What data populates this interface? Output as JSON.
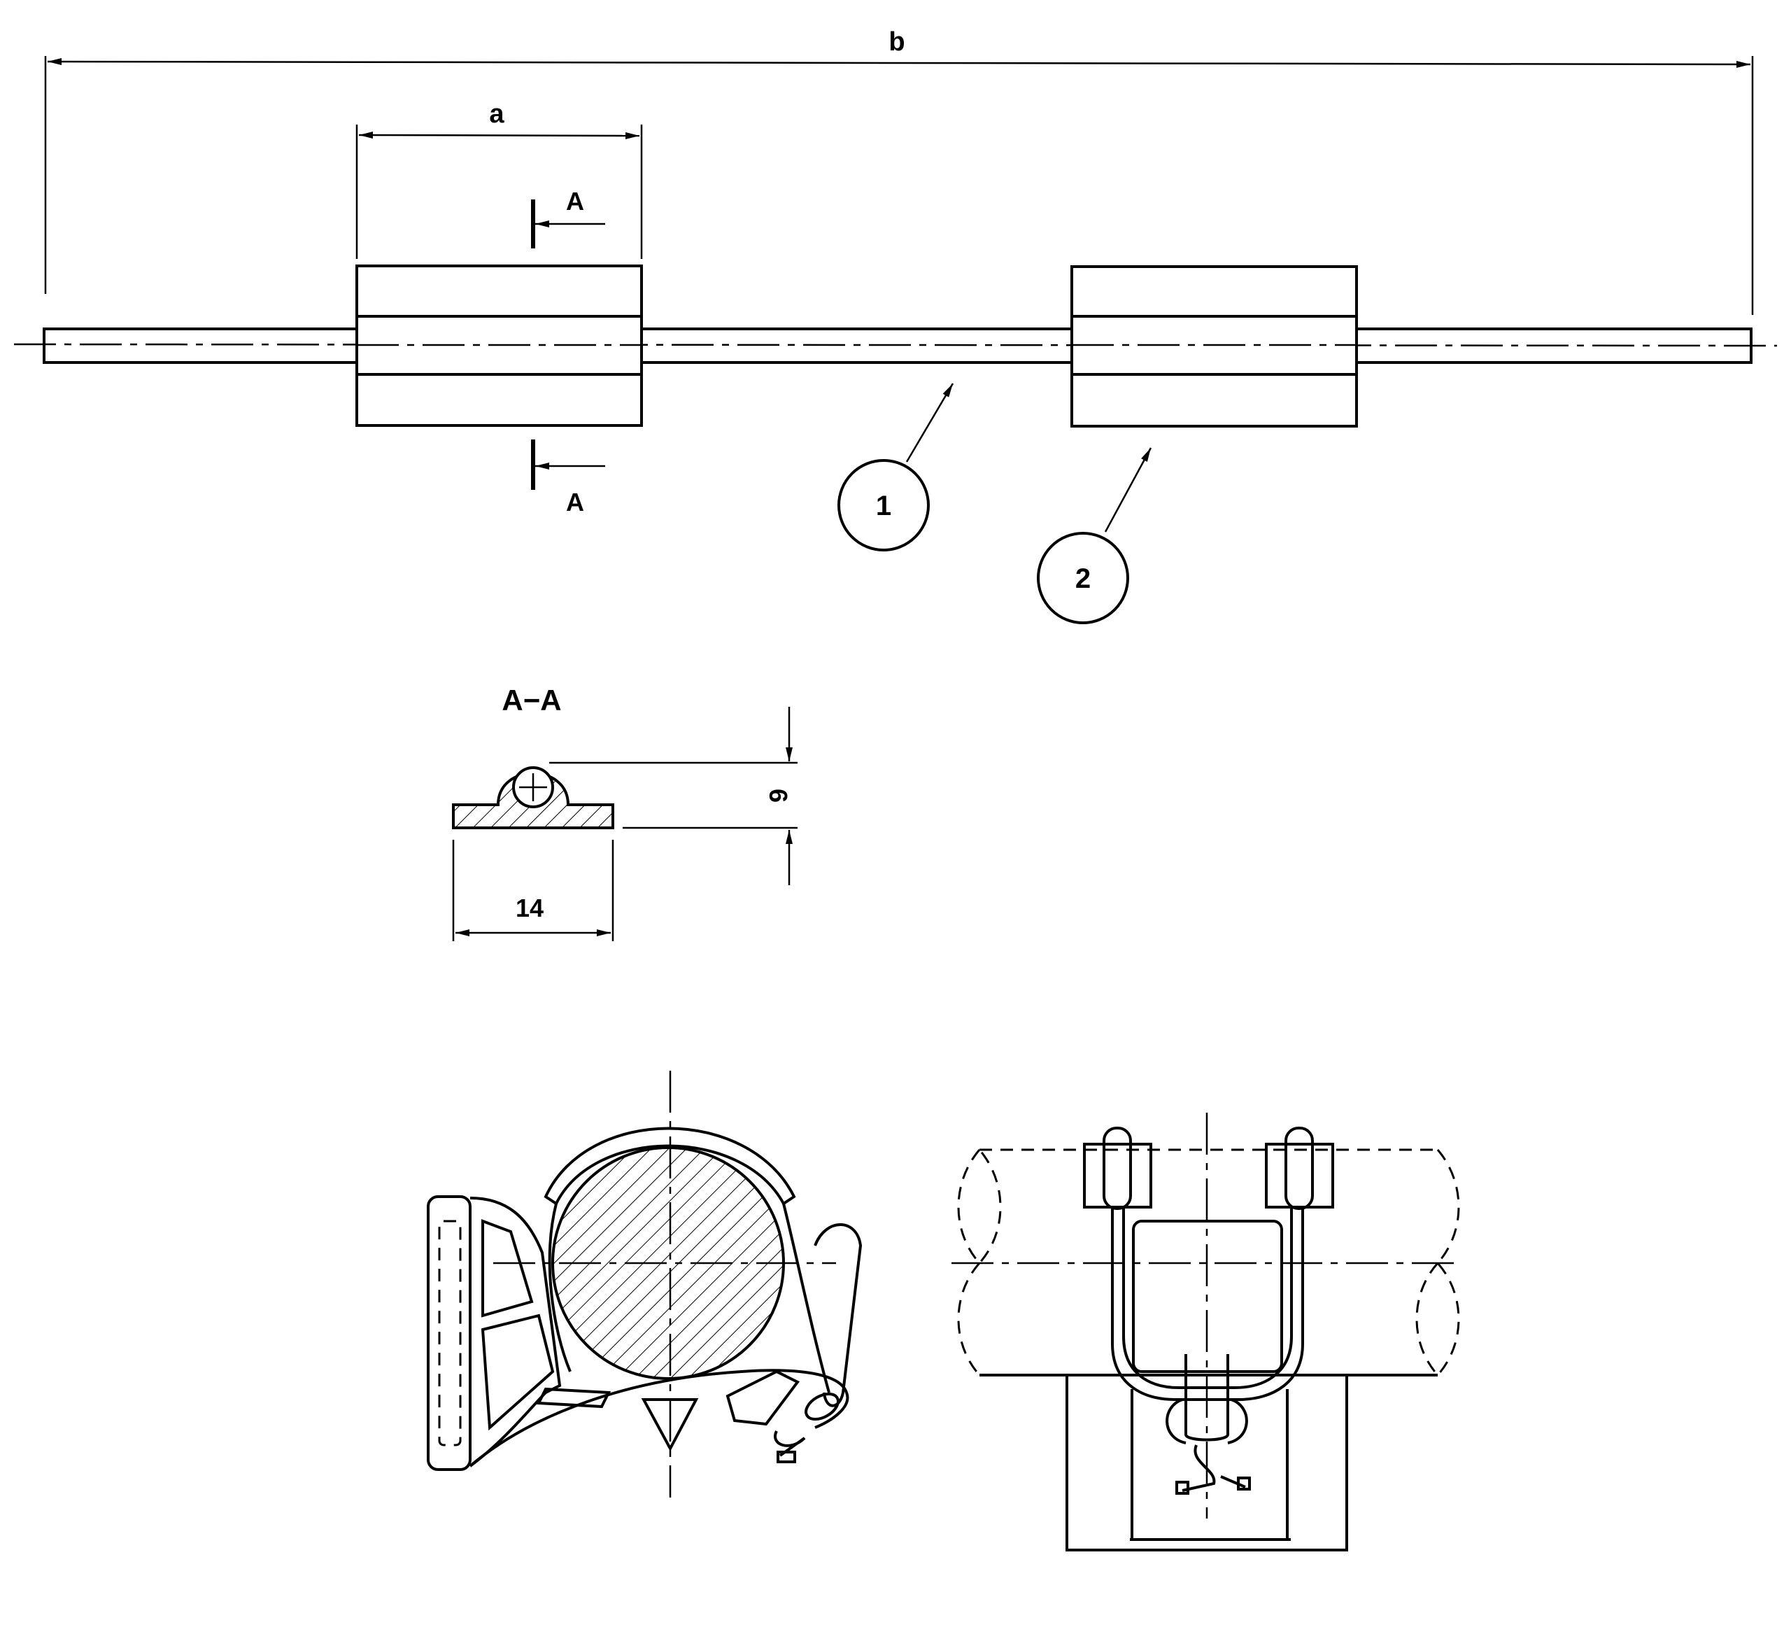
{
  "dimensions": {
    "overall_length_label": "b",
    "spacer_length_label": "a",
    "section_width_label": "14",
    "section_height_label": "6"
  },
  "section_marks": {
    "top_letter": "A",
    "bottom_letter": "A",
    "section_title": "A−A"
  },
  "callouts": [
    {
      "number": "1"
    },
    {
      "number": "2"
    }
  ]
}
